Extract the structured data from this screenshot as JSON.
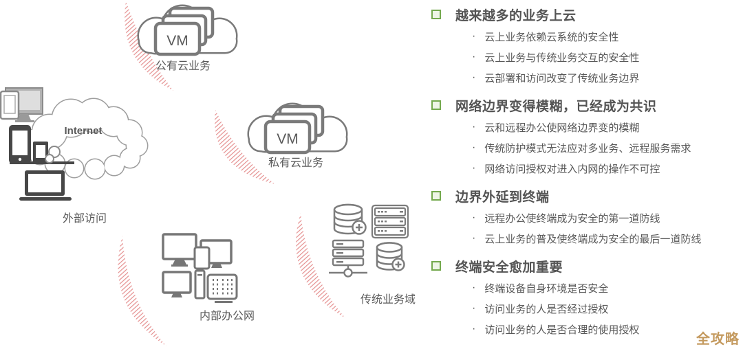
{
  "diagram": {
    "vm_label": "VM",
    "internet_label": "Internet",
    "public_cloud_label": "公有云业务",
    "private_cloud_label": "私有云业务",
    "external_access_label": "外部访问",
    "internal_network_label": "内部办公网",
    "traditional_domain_label": "传统业务域"
  },
  "panel": {
    "bullet_char": "·",
    "sections": [
      {
        "heading": "越来越多的业务上云",
        "items": [
          "云上业务依赖云系统的安全性",
          "云上业务与传统业务交互的安全性",
          "云部署和访问改变了传统业务边界"
        ]
      },
      {
        "heading": "网络边界变得模糊，已经成为共识",
        "items": [
          "云和远程办公使网络边界变的模糊",
          "传统防护模式无法应对多业务、远程服务需求",
          "网络访问授权对进入内网的操作不可控"
        ]
      },
      {
        "heading": "边界外延到终端",
        "items": [
          "远程办公使终端成为安全的第一道防线",
          "云上业务的普及使终端成为安全的最后一道防线"
        ]
      },
      {
        "heading": "终端安全愈加重要",
        "items": [
          "终端设备自身环境是否安全",
          "访问业务的人是否经过授权",
          "访问业务的人是否合理的使用授权"
        ]
      }
    ]
  },
  "watermark": "全攻略",
  "colors": {
    "accent_green": "#74a94e",
    "boundary_hatch_red": "#e08a8a",
    "icon_gray": "#7a7a7a",
    "text_gray": "#585858",
    "watermark_gold": "#c49a5f"
  }
}
